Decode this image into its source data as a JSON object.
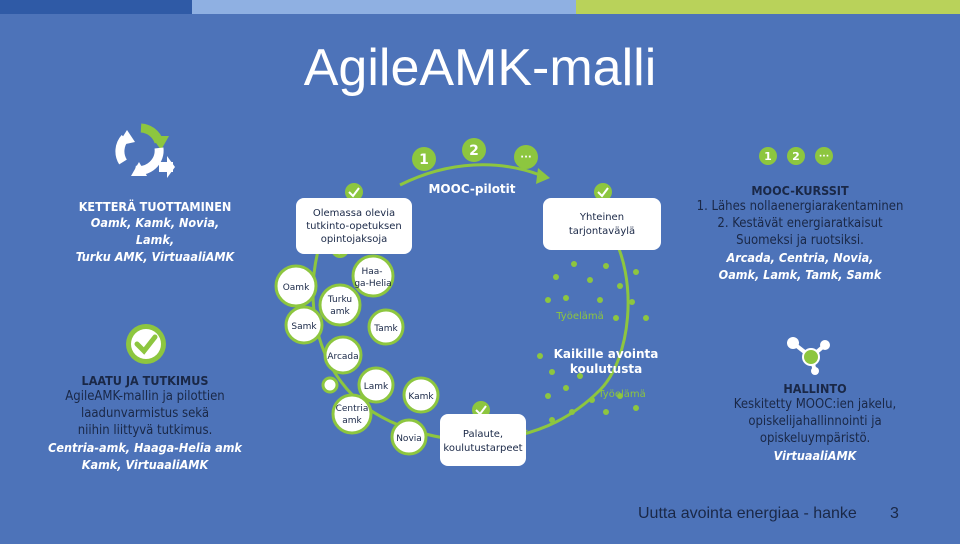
{
  "title": "AgileAMK-malli",
  "colors": {
    "background": "#4d73b9",
    "accent_green": "#8dc63f",
    "dark_text": "#1a2847"
  },
  "agile": {
    "icon": "cycle-arrows-icon",
    "heading": "KETTERÄ TUOTTAMINEN",
    "schools_line1": "Oamk, Kamk, Novia, Lamk,",
    "schools_line2": "Turku AMK, VirtuaaliAMK"
  },
  "quality": {
    "icon": "checkmark-icon",
    "heading": "LAATU JA TUTKIMUS",
    "text_line1": "AgileAMK-mallin ja pilottien",
    "text_line2": "laadunvarmistus sekä",
    "text_line3": "niihin liittyvä tutkimus.",
    "schools_line1": "Centria-amk, Haaga-Helia amk",
    "schools_line2": "Kamk, VirtuaaliAMK"
  },
  "mooc": {
    "icons": [
      "1",
      "2",
      "···"
    ],
    "heading": "MOOC-KURSSIT",
    "item1": "1. Lähes nollaenergiarakentaminen",
    "item2_line1": "2. Kestävät energiaratkaisut",
    "item2_line2": "Suomeksi ja ruotsiksi.",
    "schools_line1": "Arcada, Centria, Novia,",
    "schools_line2": "Oamk, Lamk, Tamk, Samk"
  },
  "governance": {
    "icon": "network-nodes-icon",
    "heading": "HALLINTO",
    "text_line1": "Keskitetty MOOC:ien jakelu,",
    "text_line2": "opiskelijahallinnointi ja",
    "text_line3": "opiskeluympäristö.",
    "school": "VirtuaaliAMK"
  },
  "diagram": {
    "badges": [
      "1",
      "2",
      "···"
    ],
    "mooc_pilots": "MOOC-pilotit",
    "existing_courses_1": "Olemassa olevia",
    "existing_courses_2": "tutkinto-opetuksen",
    "existing_courses_3": "opintojaksoja",
    "shared_1": "Yhteinen",
    "shared_2": "tarjontaväylä",
    "feedback_1": "Palaute,",
    "feedback_2": "koulutustarpeet",
    "open_1": "Kaikille avointa",
    "open_2": "koulutusta",
    "worklife_upper": "Työelämä",
    "worklife_lower": "Työelämä",
    "schools": {
      "oamk": "Oamk",
      "samk": "Samk",
      "haaga1": "Haa-",
      "haaga2": "ga-Helia",
      "turku1": "Turku",
      "turku2": "amk",
      "tamk": "Tamk",
      "arcada": "Arcada",
      "lamk": "Lamk",
      "kamk": "Kamk",
      "centria1": "Centria",
      "centria2": "amk",
      "novia": "Novia"
    }
  },
  "footer": {
    "text": "Uutta avointa energiaa - hanke",
    "page": "3"
  }
}
